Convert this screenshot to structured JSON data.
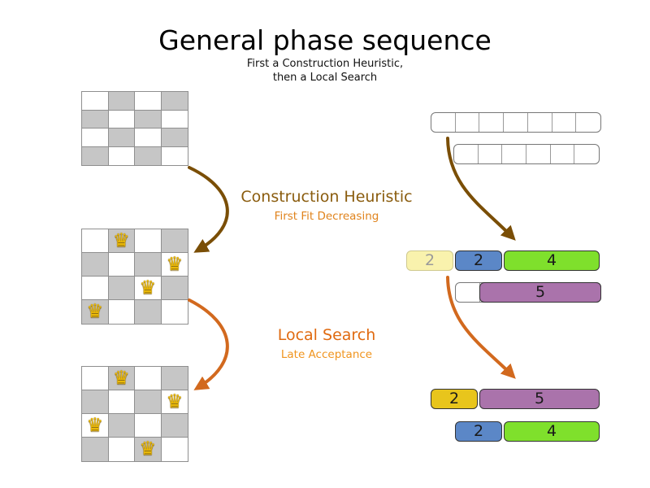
{
  "title": "General phase sequence",
  "subtitle": [
    "First a Construction Heuristic,",
    "then a Local Search"
  ],
  "phases": {
    "construction": {
      "label": "Construction Heuristic",
      "sublabel": "First Fit Decreasing",
      "label_color": "#8a5c0e",
      "sublabel_color": "#e0831c",
      "arrow_color": "#7a4e06"
    },
    "local_search": {
      "label": "Local Search",
      "sublabel": "Late Acceptance",
      "label_color": "#e06a10",
      "sublabel_color": "#f0941e",
      "arrow_color": "#d2691e"
    }
  },
  "queens_boards": {
    "rows": 4,
    "cols": 4,
    "queen_glyph": "♛",
    "queen_color": "#eab908",
    "boards": {
      "initial": {
        "queens": []
      },
      "after_construction": {
        "queens": [
          [
            0,
            1
          ],
          [
            1,
            3
          ],
          [
            2,
            2
          ],
          [
            3,
            0
          ]
        ]
      },
      "after_local_search": {
        "queens": [
          [
            0,
            1
          ],
          [
            1,
            3
          ],
          [
            2,
            0
          ],
          [
            3,
            2
          ]
        ]
      }
    }
  },
  "bin_rows": {
    "unit_cells": {
      "top_row1": 7,
      "top_row2": 6
    },
    "mid_row1": [
      {
        "label": "2",
        "units": 2,
        "style": "ghost-yellow"
      },
      {
        "label": "2",
        "units": 2,
        "style": "blue"
      },
      {
        "label": "4",
        "units": 4,
        "style": "green"
      }
    ],
    "mid_row2_empty_units": 1,
    "mid_row2_blocks": [
      {
        "label": "5",
        "units": 5,
        "style": "purple"
      }
    ],
    "bottom_row1": [
      {
        "label": "2",
        "units": 2,
        "style": "yellow"
      },
      {
        "label": "5",
        "units": 5,
        "style": "purple"
      }
    ],
    "bottom_row2": [
      {
        "label": "2",
        "units": 2,
        "style": "blue"
      },
      {
        "label": "4",
        "units": 4,
        "style": "green"
      }
    ]
  },
  "palette": {
    "ghost-yellow": {
      "bg": "#f9f2ad",
      "border": "#cfc98f",
      "text": "#9a9a9a"
    },
    "yellow": {
      "bg": "#e8c51c",
      "border": "#333333",
      "text": "#1a1a1a"
    },
    "blue": {
      "bg": "#5b87c7",
      "border": "#333333",
      "text": "#1a1a1a"
    },
    "green": {
      "bg": "#7fe02c",
      "border": "#333333",
      "text": "#1a1a1a"
    },
    "purple": {
      "bg": "#aa73ab",
      "border": "#333333",
      "text": "#1a1a1a"
    }
  }
}
